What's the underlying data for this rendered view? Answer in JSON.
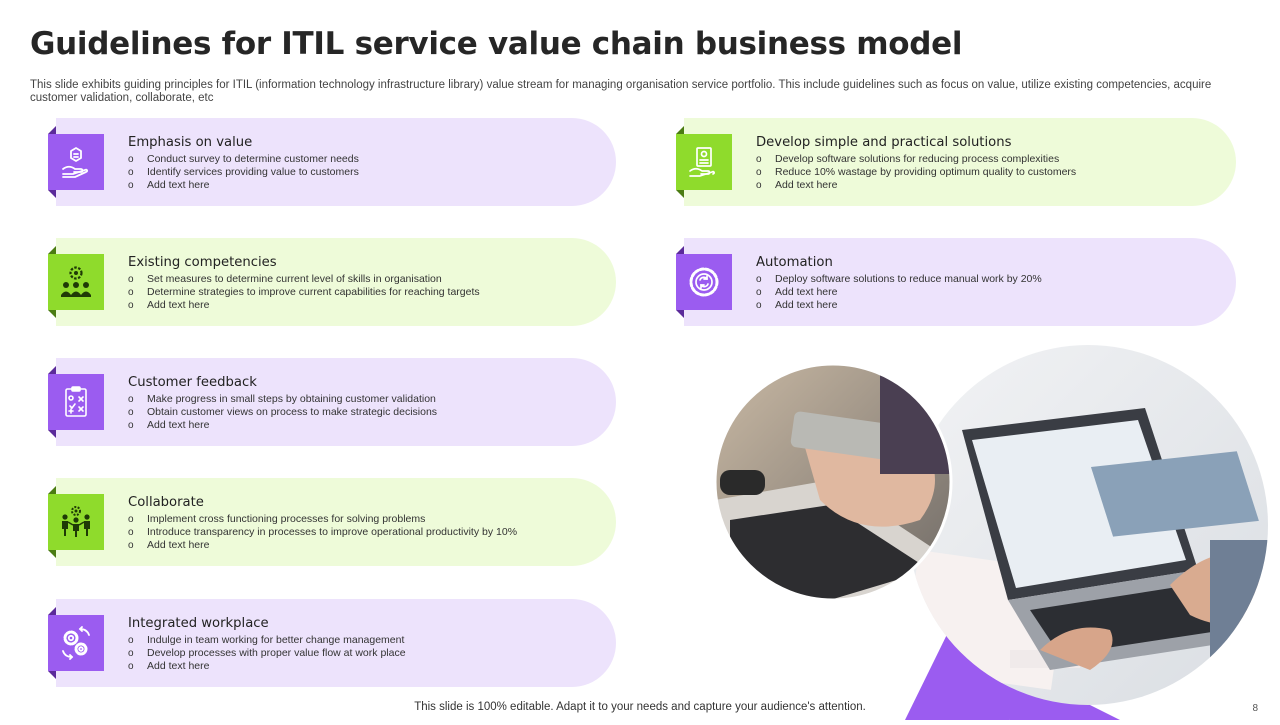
{
  "title": "Guidelines for ITIL service value chain business model",
  "subtitle": "This slide exhibits guiding principles for ITIL (information technology infrastructure library) value stream for managing organisation service portfolio. This include guidelines such as focus on value, utilize existing competencies, acquire customer validation, collaborate, etc",
  "cards": [
    {
      "title": "Emphasis on value",
      "theme": "purple",
      "icon": "hand-value-icon",
      "bullets": [
        "Conduct survey to determine customer needs",
        "Identify services providing value to customers",
        "Add text here"
      ]
    },
    {
      "title": "Existing competencies",
      "theme": "green",
      "icon": "team-gear-icon",
      "bullets": [
        "Set measures to determine current level of skills in organisation",
        "Determine strategies to improve current capabilities for reaching targets",
        "Add text here"
      ]
    },
    {
      "title": "Customer feedback",
      "theme": "purple",
      "icon": "checklist-icon",
      "bullets": [
        "Make progress in small steps by obtaining customer validation",
        "Obtain customer views on process to make strategic decisions",
        "Add text here"
      ]
    },
    {
      "title": "Collaborate",
      "theme": "green",
      "icon": "collaboration-icon",
      "bullets": [
        "Implement cross functioning processes for solving problems",
        "Introduce transparency in processes to improve operational productivity by 10%",
        "Add text here"
      ]
    },
    {
      "title": "Integrated workplace",
      "theme": "purple",
      "icon": "workflow-gears-icon",
      "bullets": [
        "Indulge in team working for better change management",
        "Develop processes with proper value flow at work place",
        "Add text here"
      ]
    },
    {
      "title": "Develop simple and practical solutions",
      "theme": "green",
      "icon": "document-hand-icon",
      "bullets": [
        "Develop software solutions for reducing process complexities",
        "Reduce 10% wastage by providing optimum quality to customers",
        "Add text here"
      ]
    },
    {
      "title": "Automation",
      "theme": "purple",
      "icon": "automation-gear-icon",
      "bullets": [
        "Deploy software solutions to reduce manual work by 20%",
        "Add text here",
        "Add text here"
      ]
    }
  ],
  "colors": {
    "purple_fill": "#ede3fc",
    "purple_icon": "#9b5cf0",
    "green_fill": "#eefbd9",
    "green_icon": "#8fdb2c",
    "accent_triangle": "#9b5cf0"
  },
  "footer": "This slide is 100% editable. Adapt it to your needs and capture your audience's attention.",
  "page_number": "8"
}
